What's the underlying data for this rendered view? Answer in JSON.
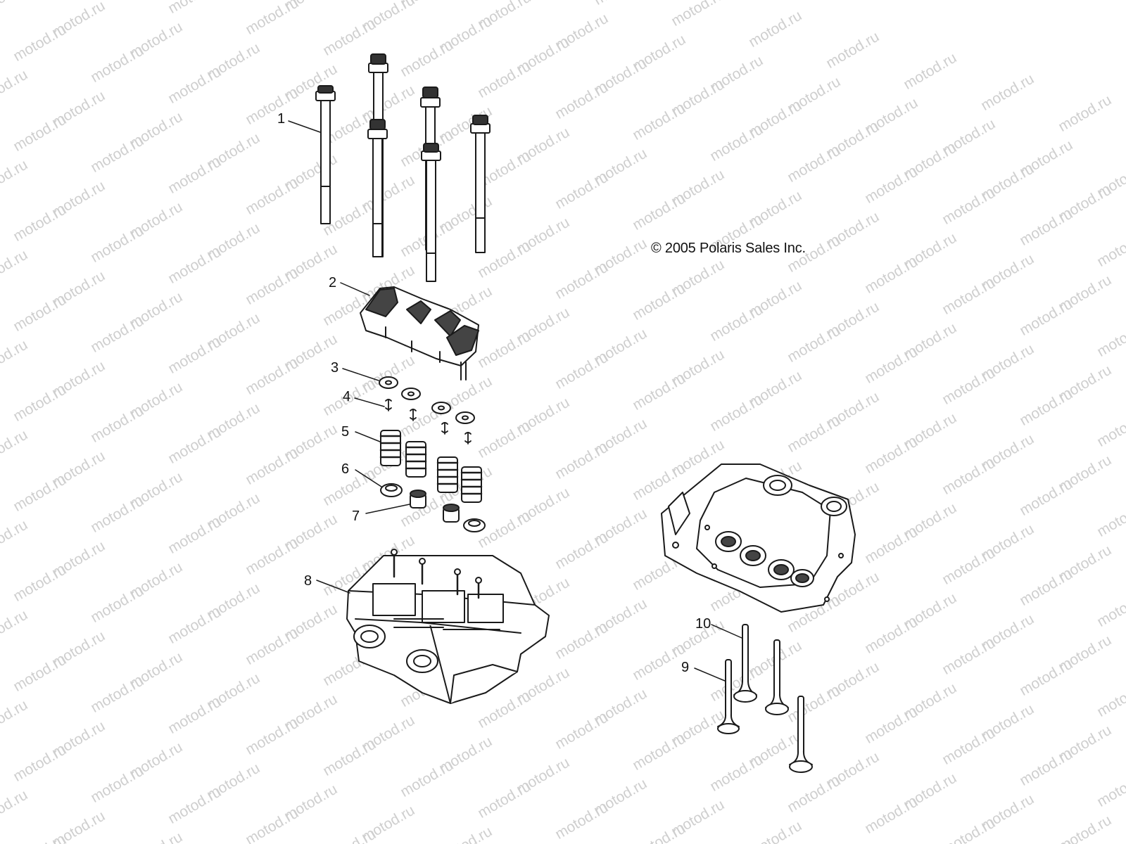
{
  "watermark": {
    "text": "motod.ru"
  },
  "copyright": "© 2005 Polaris Sales Inc.",
  "callouts": {
    "c1": "1",
    "c2": "2",
    "c3": "3",
    "c4": "4",
    "c5": "5",
    "c6": "6",
    "c7": "7",
    "c8": "8",
    "c9": "9",
    "c10": "10"
  }
}
